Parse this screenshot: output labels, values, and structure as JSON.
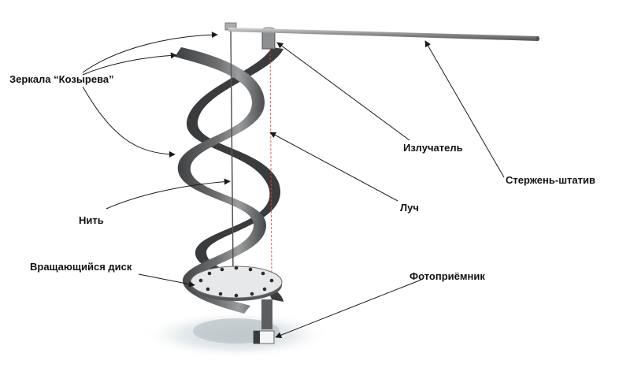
{
  "labels": {
    "mirrors": "Зеркала “Козырева”",
    "emitter": "Излучатель",
    "rod": "Стержень-штатив",
    "beam": "Луч",
    "thread": "Нить",
    "disk": "Вращающийся диск",
    "photodetector": "Фотоприёмник"
  },
  "colors": {
    "ribbon_front": "#56585a",
    "ribbon_back": "#3a3b3c",
    "ribbon_light": "#8e9092",
    "beam": "#e04040",
    "arrow": "#1a1a1a",
    "rod": "#6d6f71"
  }
}
